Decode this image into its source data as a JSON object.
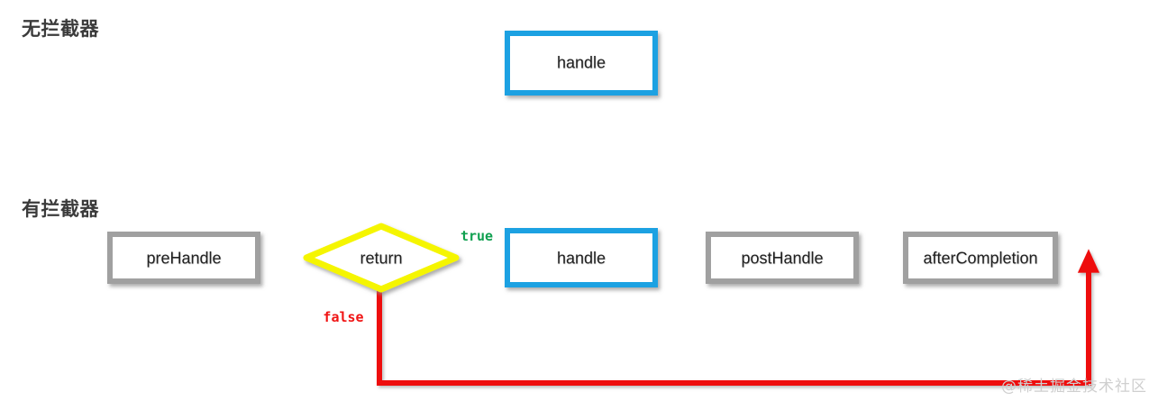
{
  "figure": {
    "background_color": "#ffffff",
    "watermark": "@稀土掘金技术社区"
  },
  "sections": [
    {
      "id": "no-interceptor",
      "title": "无拦截器"
    },
    {
      "id": "with-interceptor",
      "title": "有拦截器"
    }
  ],
  "nodes": {
    "handle_top": "handle",
    "pre_handle": "preHandle",
    "return_decision": "return",
    "handle_bottom": "handle",
    "post_handle": "postHandle",
    "after_completion": "afterCompletion"
  },
  "edge_labels": {
    "true": "true",
    "false": "false"
  },
  "colors": {
    "flow_green": "#14a84c",
    "highlight_blue": "#1ba1e2",
    "decision_yellow": "#f5f500",
    "error_red": "#ee1111",
    "box_gray": "#a0a0a0",
    "title_gray": "#3b3b3b",
    "watermark_gray": "#cfcfcf"
  }
}
